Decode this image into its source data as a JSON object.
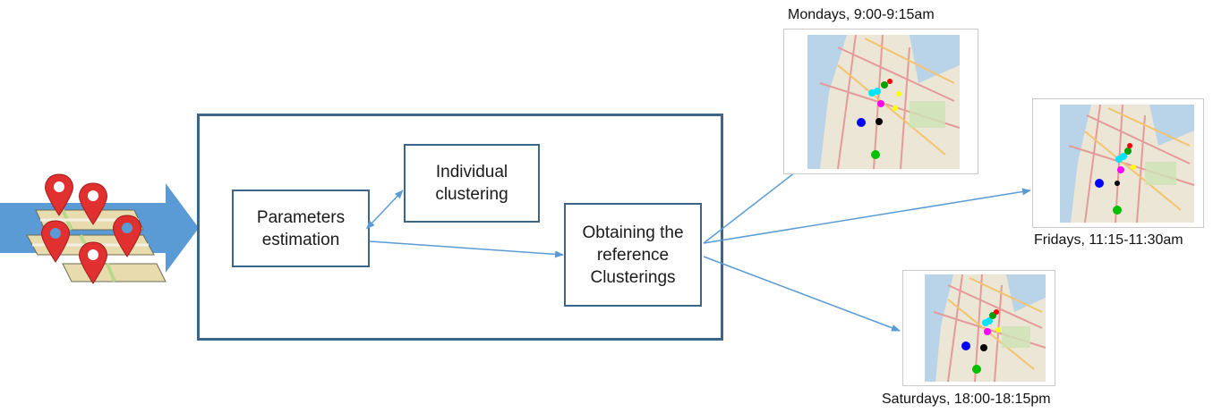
{
  "steps": {
    "params_line1": "Parameters",
    "params_line2": "estimation",
    "individual_line1": "Individual",
    "individual_line2": "clustering",
    "reference_line1": "Obtaining the",
    "reference_line2": "reference",
    "reference_line3": "Clusterings"
  },
  "outputs": [
    {
      "caption": "Mondays, 9:00-9:15am"
    },
    {
      "caption": "Fridays, 11:15-11:30am"
    },
    {
      "caption": "Saturdays, 18:00-18:15pm"
    }
  ],
  "icons": {
    "input": "map-with-location-pins-icon",
    "flow": "big-right-arrow-icon"
  },
  "colors": {
    "box_border": "#3c6587",
    "connector": "#5b9bd5",
    "big_arrow": "#5b9bd5",
    "pin": "#e0302f",
    "cluster_colors": [
      "#0000ff",
      "#00e5ff",
      "#ff00ff",
      "#00c000",
      "#ffff00",
      "#000000",
      "#ff0000"
    ]
  }
}
